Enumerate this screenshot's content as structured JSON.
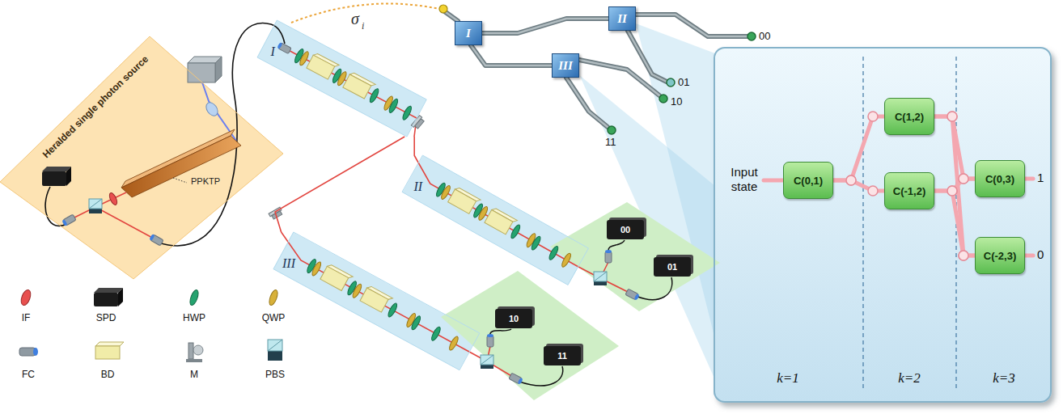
{
  "diagram": {
    "nodes": [
      {
        "text": [
          "Heralded single photon source"
        ]
      },
      {
        "text": [
          "I"
        ]
      },
      {
        "text": [
          "II"
        ]
      },
      {
        "text": [
          "III"
        ]
      },
      {
        "text": [
          "00"
        ]
      },
      {
        "text": [
          "01"
        ]
      },
      {
        "text": [
          "10"
        ]
      },
      {
        "text": [
          "11"
        ]
      },
      {
        "text": [
          "I"
        ]
      },
      {
        "text": [
          "II"
        ]
      },
      {
        "text": [
          "III"
        ]
      },
      {
        "text": [
          "Input state",
          "k=1",
          "k=2",
          "k=3"
        ]
      },
      {
        "text": [
          "C(0,1)"
        ],
        "in": 11
      },
      {
        "text": [
          "C(1,2)"
        ],
        "in": 11
      },
      {
        "text": [
          "C(-1,2)"
        ],
        "in": 11
      },
      {
        "text": [
          "C(0,3)"
        ],
        "in": 11
      },
      {
        "text": [
          "C(-2,3)"
        ],
        "in": 11
      }
    ],
    "edges": [
      {
        "from": 1,
        "to": 2,
        "arrow": "none"
      },
      {
        "from": 1,
        "to": 3,
        "arrow": "none"
      },
      {
        "from": 8,
        "to": 9,
        "arrow": "none"
      },
      {
        "from": 8,
        "to": 10,
        "arrow": "none"
      },
      {
        "from": 12,
        "to": 13,
        "arrow": "none"
      },
      {
        "from": 12,
        "to": 14,
        "arrow": "none"
      },
      {
        "from": 13,
        "to": 15,
        "arrow": "none"
      },
      {
        "from": 13,
        "to": 16,
        "arrow": "none"
      },
      {
        "from": 14,
        "to": 15,
        "arrow": "none"
      },
      {
        "from": 14,
        "to": 16,
        "arrow": "none"
      }
    ],
    "labels": [
      "PPKTP",
      "σ",
      "i",
      "00",
      "01",
      "10",
      "11",
      "1",
      "0"
    ],
    "legend": [
      {
        "text": "IF"
      },
      {
        "text": "SPD"
      },
      {
        "text": "HWP"
      },
      {
        "text": "QWP"
      },
      {
        "text": "FC"
      },
      {
        "text": "BD"
      },
      {
        "text": "M"
      },
      {
        "text": "PBS"
      }
    ]
  }
}
